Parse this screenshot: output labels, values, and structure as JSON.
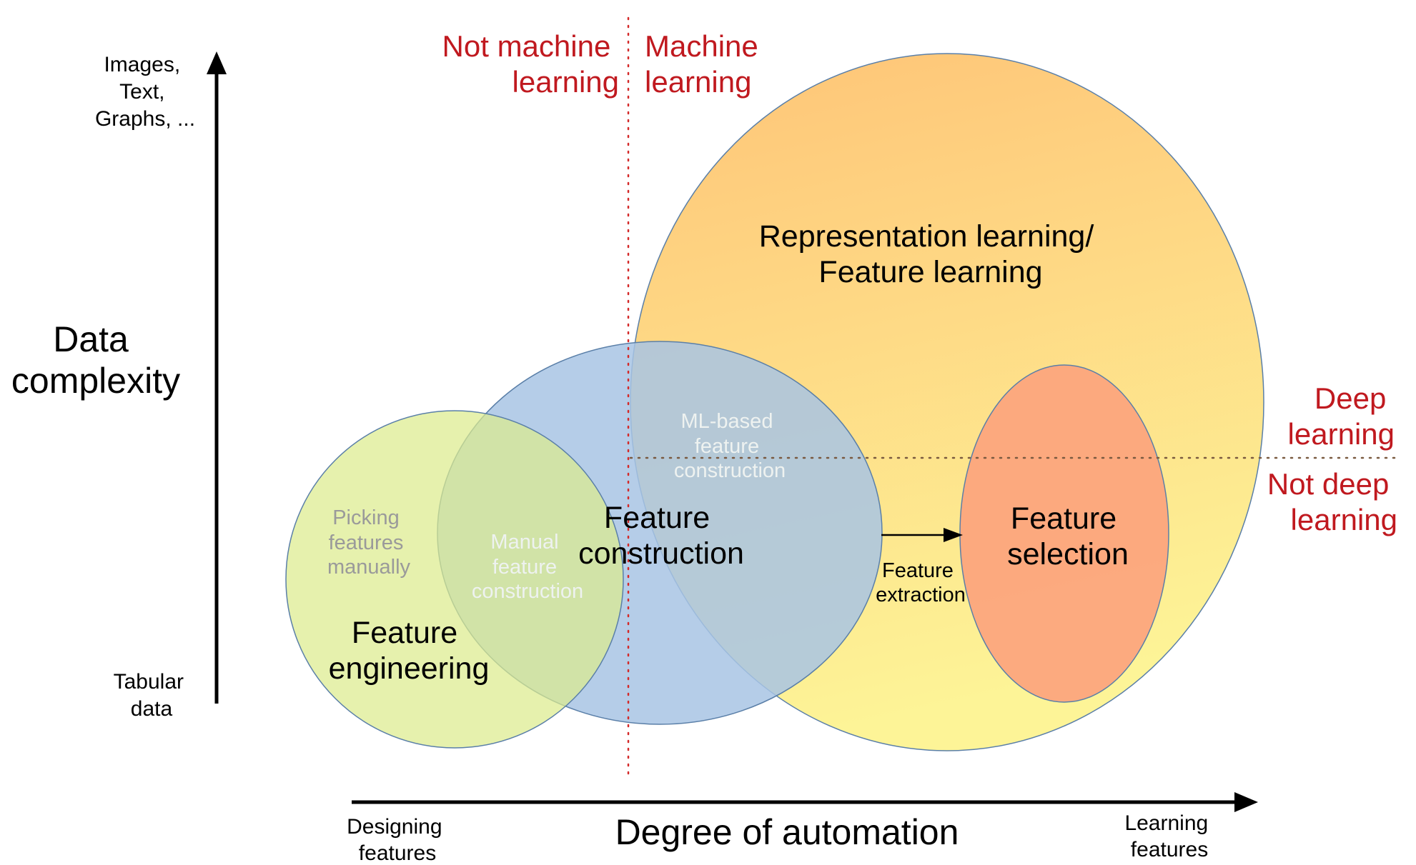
{
  "axes": {
    "y_title": [
      "Data",
      "complexity"
    ],
    "y_top_label": [
      "Images,",
      "Text,",
      "Graphs, ..."
    ],
    "y_bottom_label": [
      "Tabular",
      "data"
    ],
    "x_title": "Degree of automation",
    "x_left_label": [
      "Designing",
      "features"
    ],
    "x_right_label": [
      "Learning",
      "features"
    ]
  },
  "divisions": {
    "not_machine_learning": [
      "Not machine",
      "learning"
    ],
    "machine_learning": [
      "Machine",
      "learning"
    ],
    "deep_learning": [
      "Deep",
      "learning"
    ],
    "not_deep_learning": [
      "Not deep",
      "learning"
    ]
  },
  "regions": {
    "representation_learning": [
      "Representation learning/",
      "Feature learning"
    ],
    "feature_construction": [
      "Feature",
      "construction"
    ],
    "feature_engineering": [
      "Feature",
      "engineering"
    ],
    "feature_selection": [
      "Feature",
      "selection"
    ],
    "picking_features_manually": [
      "Picking",
      "features",
      "manually"
    ],
    "manual_feature_construction": [
      "Manual",
      "feature",
      "construction"
    ],
    "ml_based_feature_construction": [
      "ML-based",
      "feature",
      "construction"
    ],
    "feature_extraction": [
      "Feature",
      "extraction"
    ]
  },
  "colors": {
    "red_text": "#c0191f",
    "green_circle": "#dfee95",
    "blue_circle": "#a8c4e4",
    "orange_circle_top": "#fec477",
    "orange_circle_bottom": "#fdf193",
    "salmon_ellipse": "#fca57d",
    "outline": "#5a7fa8"
  }
}
